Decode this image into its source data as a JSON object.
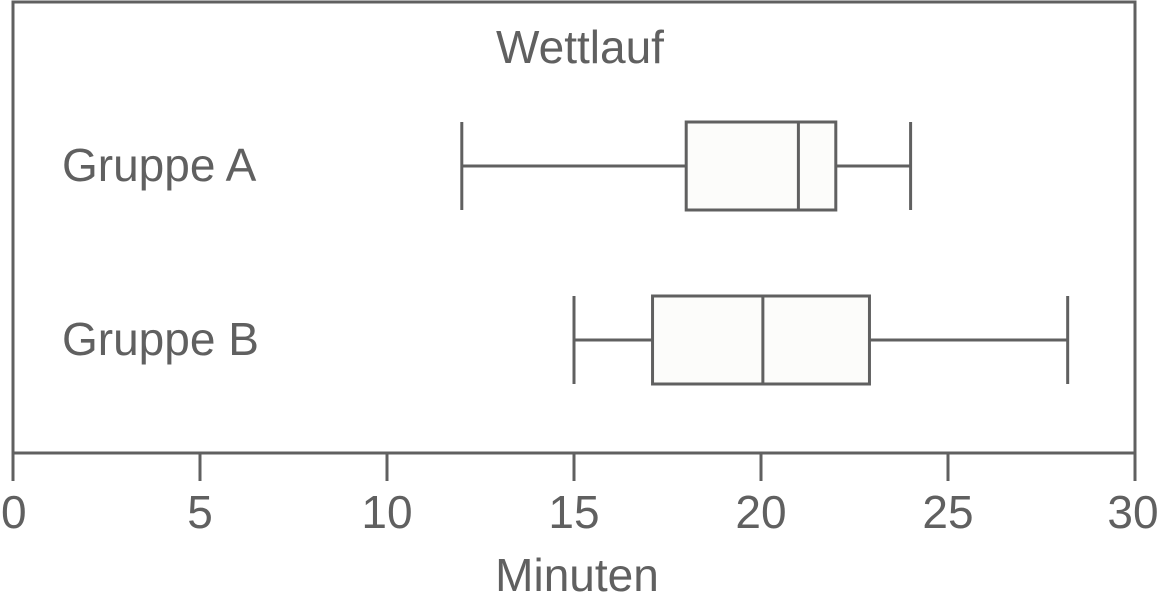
{
  "chart_data": {
    "type": "boxplot",
    "title": "Wettlauf",
    "xlabel": "Minuten",
    "ylabel": "",
    "xlim": [
      0,
      30
    ],
    "x_ticks": [
      0,
      5,
      10,
      15,
      20,
      25,
      30
    ],
    "grid": false,
    "colors": {
      "stroke": "#606060",
      "box_fill": "#fcfcfa",
      "text": "#606060"
    },
    "series": [
      {
        "name": "Gruppe A",
        "min": 12,
        "q1": 18,
        "median": 21,
        "q3": 22,
        "max": 24
      },
      {
        "name": "Gruppe B",
        "min": 15,
        "q1": 17.1,
        "median": 20.05,
        "q3": 22.9,
        "max": 28.2
      }
    ]
  }
}
